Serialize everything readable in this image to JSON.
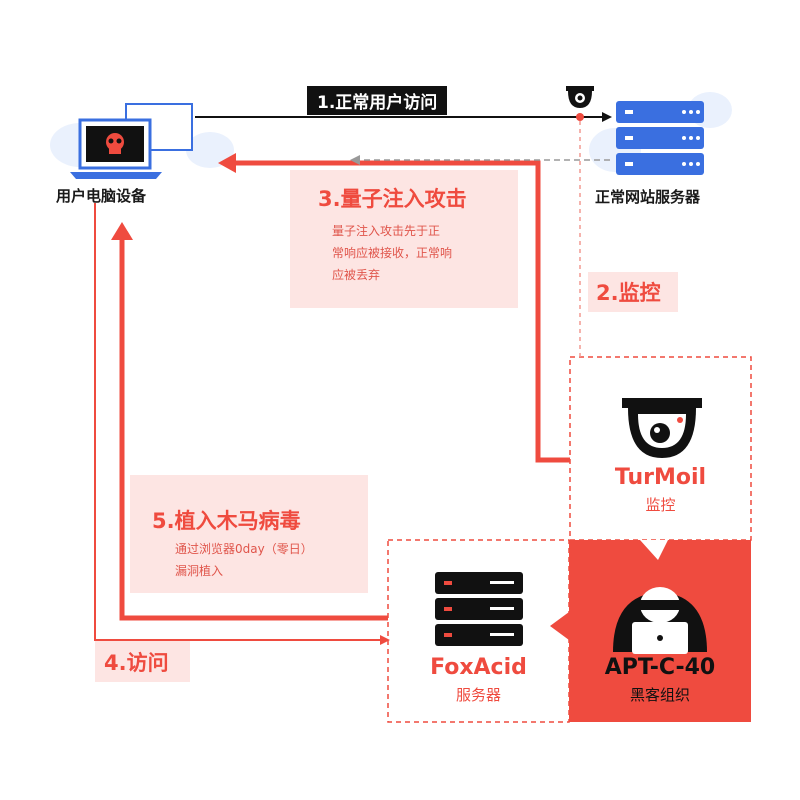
{
  "colors": {
    "red": "#ef4b3f",
    "pink": "#fde5e3",
    "blue": "#3a6fe0",
    "dark": "#111111"
  },
  "nodes": {
    "user_pc": "用户电脑设备",
    "web_server": "正常网站服务器",
    "turmoil_name": "TurMoil",
    "turmoil_role": "监控",
    "foxacid_name": "FoxAcid",
    "foxacid_role": "服务器",
    "apt_name": "APT-C-40",
    "apt_role": "黑客组织"
  },
  "steps": {
    "s1": "1.正常用户访问",
    "s2": "2.监控",
    "s3_title": "3.量子注入攻击",
    "s3_desc": [
      "量子注入攻击先于正",
      "常响应被接收，正常响",
      "应被丢弃"
    ],
    "s4": "4.访问",
    "s5_title": "5.植入木马病毒",
    "s5_desc": [
      "通过浏览器0day（零日）",
      "漏洞植入"
    ]
  },
  "icons": [
    "laptop-icon",
    "skull-icon",
    "camera-icon",
    "server-icon",
    "hacker-icon"
  ]
}
